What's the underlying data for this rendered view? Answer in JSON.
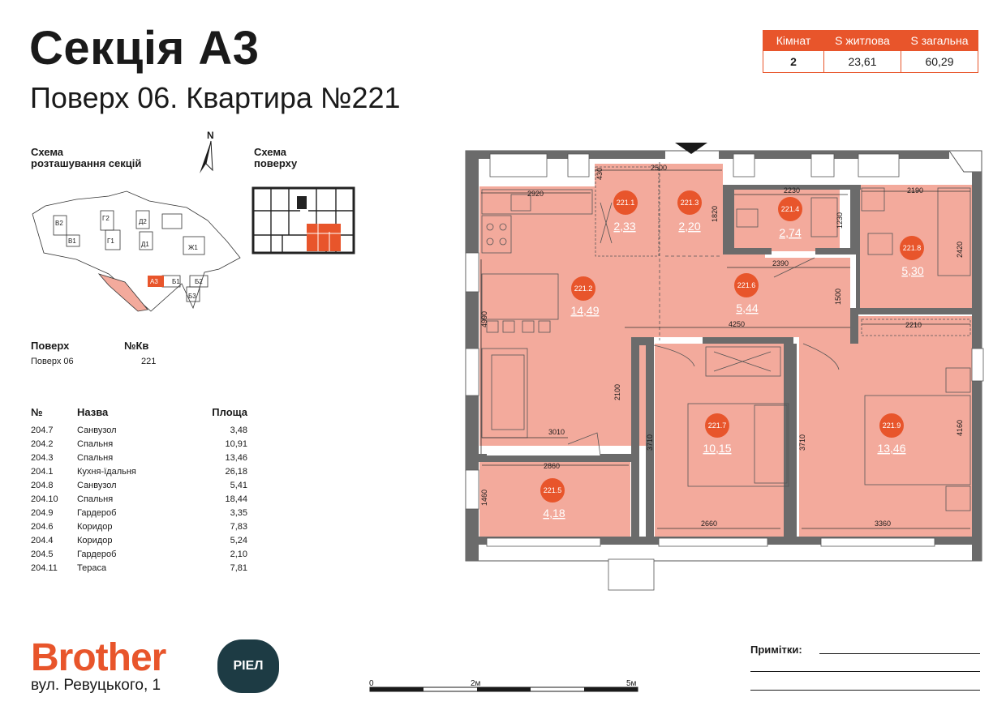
{
  "header": {
    "title": "Секція А3",
    "subtitle": "Поверх 06. Квартира №221"
  },
  "summary": {
    "headers": [
      "Кімнат",
      "S житлова",
      "S загальна"
    ],
    "values": [
      "2",
      "23,61",
      "60,29"
    ]
  },
  "site_plan": {
    "label_line1": "Схема",
    "label_line2": "розташування секцій",
    "north": "N",
    "sections": [
      "В2",
      "В1",
      "Г2",
      "Г1",
      "Д2",
      "Д1",
      "Ж1",
      "А3",
      "Б1",
      "Б2",
      "Б3"
    ],
    "active_section": "А3"
  },
  "floor_scheme": {
    "label_line1": "Схема",
    "label_line2": "поверху"
  },
  "info": {
    "floor_header": "Поверх",
    "apt_header": "№Кв",
    "floor_value": "Поверх 06",
    "apt_value": "221"
  },
  "rooms_table": {
    "headers": [
      "№",
      "Назва",
      "Площа"
    ],
    "rows": [
      [
        "204.7",
        "Санвузол",
        "3,48"
      ],
      [
        "204.2",
        "Спальня",
        "10,91"
      ],
      [
        "204.3",
        "Спальня",
        "13,46"
      ],
      [
        "204.1",
        "Кухня-їдальня",
        "26,18"
      ],
      [
        "204.8",
        "Санвузол",
        "5,41"
      ],
      [
        "204.10",
        "Спальня",
        "18,44"
      ],
      [
        "204.9",
        "Гардероб",
        "3,35"
      ],
      [
        "204.6",
        "Коридор",
        "7,83"
      ],
      [
        "204.4",
        "Коридор",
        "5,24"
      ],
      [
        "204.5",
        "Гардероб",
        "2,10"
      ],
      [
        "204.11",
        "Тераса",
        "7,81"
      ]
    ]
  },
  "plan": {
    "rooms": [
      {
        "id": "221.1",
        "area": "2,33"
      },
      {
        "id": "221.3",
        "area": "2,20"
      },
      {
        "id": "221.4",
        "area": "2,74"
      },
      {
        "id": "221.8",
        "area": "5,30"
      },
      {
        "id": "221.2",
        "area": "14,49"
      },
      {
        "id": "221.6",
        "area": "5,44"
      },
      {
        "id": "221.7",
        "area": "10,15"
      },
      {
        "id": "221.9",
        "area": "13,46"
      },
      {
        "id": "221.5",
        "area": "4,18"
      }
    ],
    "dimensions": [
      "2500",
      "430",
      "2920",
      "2230",
      "1230",
      "2190",
      "1820",
      "2390",
      "2420",
      "4990",
      "1500",
      "4250",
      "2210",
      "2100",
      "3710",
      "3710",
      "3010",
      "2860",
      "4160",
      "1460",
      "2660",
      "3360"
    ],
    "colors": {
      "room_fill": "#f3aa9c",
      "badge": "#e8552b",
      "wall": "#6b6b6b"
    }
  },
  "scale": {
    "labels": [
      "0",
      "2м",
      "5м"
    ]
  },
  "footer": {
    "brand": "Brother",
    "badge": "РІЕЛ",
    "address": "вул. Ревуцького, 1",
    "notes_label": "Примітки:"
  }
}
